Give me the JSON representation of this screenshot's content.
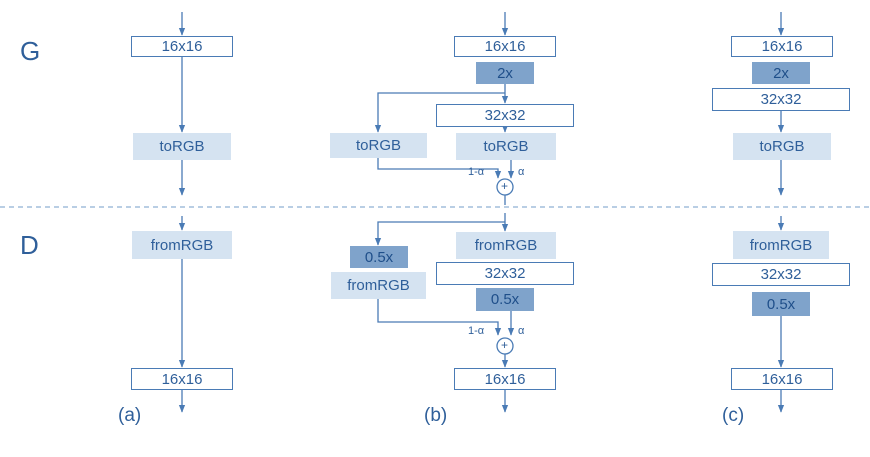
{
  "labels": {
    "generator": "G",
    "discriminator": "D",
    "caption_a": "(a)",
    "caption_b": "(b)",
    "caption_c": "(c)"
  },
  "blocks": {
    "res16": "16x16",
    "res32": "32x32",
    "up": "2x",
    "down": "0.5x",
    "to_rgb": "toRGB",
    "from_rgb": "fromRGB"
  },
  "blend": {
    "one_minus_alpha": "1-α",
    "alpha": "α",
    "sum": "+"
  },
  "colors": {
    "line": "#4a7bb5",
    "text": "#2f5f9a",
    "light_fill": "#d5e3f1",
    "dark_fill": "#7fa3cb"
  }
}
